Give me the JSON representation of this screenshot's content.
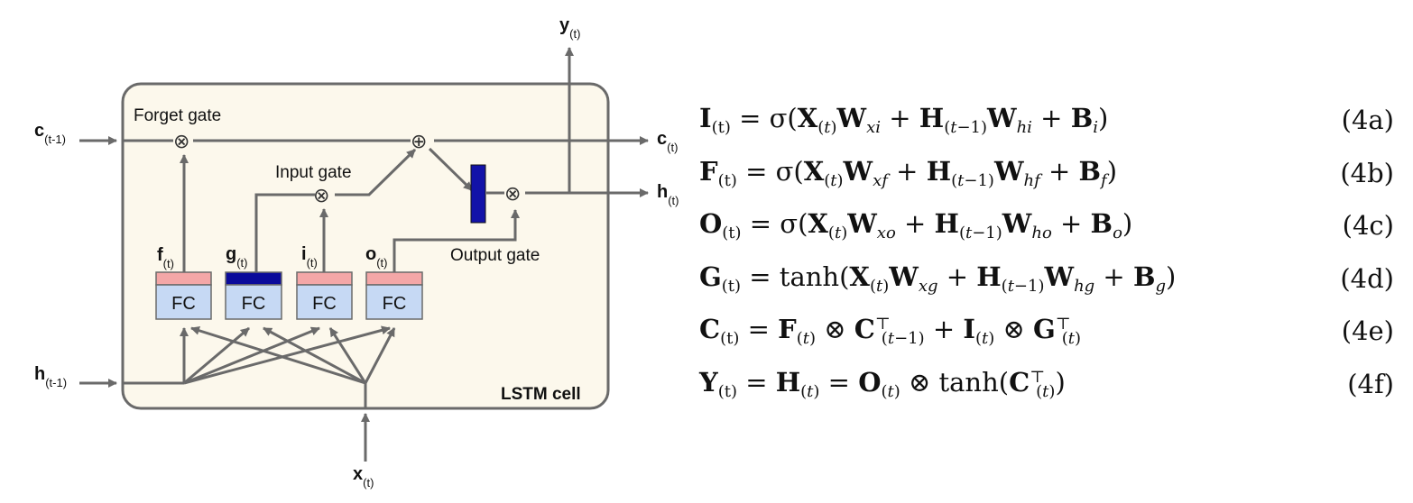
{
  "diagram": {
    "cell_label": "LSTM cell",
    "forget_gate_label": "Forget gate",
    "input_gate_label": "Input gate",
    "output_gate_label": "Output gate",
    "fc_label": "FC",
    "inputs": {
      "c_prev": {
        "main": "c",
        "sub": "(t-1)"
      },
      "h_prev": {
        "main": "h",
        "sub": "(t-1)"
      },
      "x": {
        "main": "x",
        "sub": "(t)"
      }
    },
    "outputs": {
      "y": {
        "main": "y",
        "sub": "(t)"
      },
      "c": {
        "main": "c",
        "sub": "(t)"
      },
      "h": {
        "main": "h",
        "sub": "(t)"
      }
    },
    "gates": {
      "f": {
        "main": "f",
        "sub": "(t)",
        "cap_color": "#f4a7a7"
      },
      "g": {
        "main": "g",
        "sub": "(t)",
        "cap_color": "#0a0a9a"
      },
      "i": {
        "main": "i",
        "sub": "(t)",
        "cap_color": "#f4a7a7"
      },
      "o": {
        "main": "o",
        "sub": "(t)",
        "cap_color": "#f4a7a7"
      }
    },
    "colors": {
      "cell_fill": "#fcf8ec",
      "fc_fill": "#c6d9f4",
      "tanh_bar": "#1212a8",
      "arrow": "#6a6a6a"
    },
    "symbols": {
      "multiply": "⊗",
      "add": "⊕"
    }
  },
  "equations": [
    {
      "lhs": "I",
      "lhs_sub": "(t)",
      "num": "(4a)"
    },
    {
      "lhs": "F",
      "lhs_sub": "(t)",
      "num": "(4b)"
    },
    {
      "lhs": "O",
      "lhs_sub": "(t)",
      "num": "(4c)"
    },
    {
      "lhs": "G",
      "lhs_sub": "(t)",
      "num": "(4d)"
    },
    {
      "lhs": "C",
      "lhs_sub": "(t)",
      "num": "(4e)"
    },
    {
      "lhs": "Y",
      "lhs_sub": "(t)",
      "num": "(4f)"
    }
  ]
}
